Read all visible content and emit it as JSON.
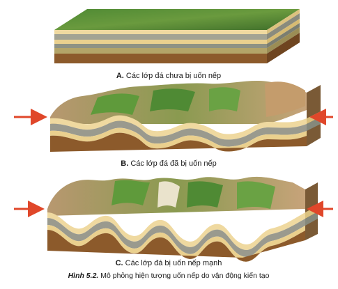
{
  "panels": [
    {
      "letter": "A.",
      "caption": "Các lớp đá chưa bị uốn nếp"
    },
    {
      "letter": "B.",
      "caption": "Các lớp đá đã bị uốn nếp"
    },
    {
      "letter": "C.",
      "caption": "Các lớp đá bị uốn nếp mạnh"
    }
  ],
  "figure": {
    "label": "Hình 5.2.",
    "caption": "Mô phỏng hiện tượng uốn nếp do vận động kiến tạo"
  },
  "colors": {
    "grass": "#5a8f3a",
    "grass_dark": "#3f6e2a",
    "sand": "#efd9a0",
    "gray": "#9a9a8e",
    "olive": "#b6a66a",
    "brown": "#8c5a2b",
    "arrow": "#e0472a"
  }
}
